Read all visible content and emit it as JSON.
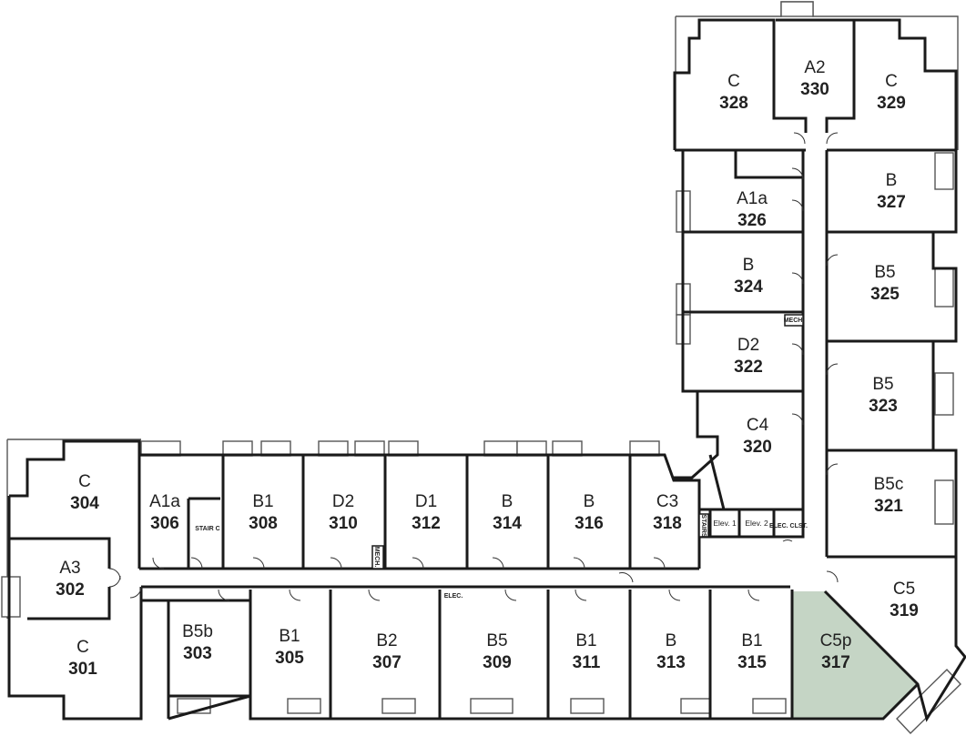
{
  "colors": {
    "wall": "#1a1a1a",
    "highlight": "#c5d5c5",
    "background": "#ffffff"
  },
  "highlighted_unit": "317",
  "units": [
    {
      "type": "C",
      "number": "328"
    },
    {
      "type": "A2",
      "number": "330"
    },
    {
      "type": "C",
      "number": "329"
    },
    {
      "type": "A1a",
      "number": "326"
    },
    {
      "type": "B",
      "number": "327"
    },
    {
      "type": "B",
      "number": "324"
    },
    {
      "type": "B5",
      "number": "325"
    },
    {
      "type": "D2",
      "number": "322"
    },
    {
      "type": "B5",
      "number": "323"
    },
    {
      "type": "C4",
      "number": "320"
    },
    {
      "type": "B5c",
      "number": "321"
    },
    {
      "type": "C5",
      "number": "319"
    },
    {
      "type": "C5p",
      "number": "317"
    },
    {
      "type": "C",
      "number": "304"
    },
    {
      "type": "A1a",
      "number": "306"
    },
    {
      "type": "B1",
      "number": "308"
    },
    {
      "type": "D2",
      "number": "310"
    },
    {
      "type": "D1",
      "number": "312"
    },
    {
      "type": "B",
      "number": "314"
    },
    {
      "type": "B",
      "number": "316"
    },
    {
      "type": "C3",
      "number": "318"
    },
    {
      "type": "A3",
      "number": "302"
    },
    {
      "type": "C",
      "number": "301"
    },
    {
      "type": "B5b",
      "number": "303"
    },
    {
      "type": "B1",
      "number": "305"
    },
    {
      "type": "B2",
      "number": "307"
    },
    {
      "type": "B5",
      "number": "309"
    },
    {
      "type": "B1",
      "number": "311"
    },
    {
      "type": "B",
      "number": "313"
    },
    {
      "type": "B1",
      "number": "315"
    }
  ],
  "utility_labels": {
    "stair_c": "STAIR C",
    "mech": "MECH.",
    "elec": "ELEC.",
    "stairs": "STAIRS",
    "elev1": "Elev. 1",
    "elev2": "Elev. 2",
    "elec_clst": "ELEC. CLST."
  }
}
